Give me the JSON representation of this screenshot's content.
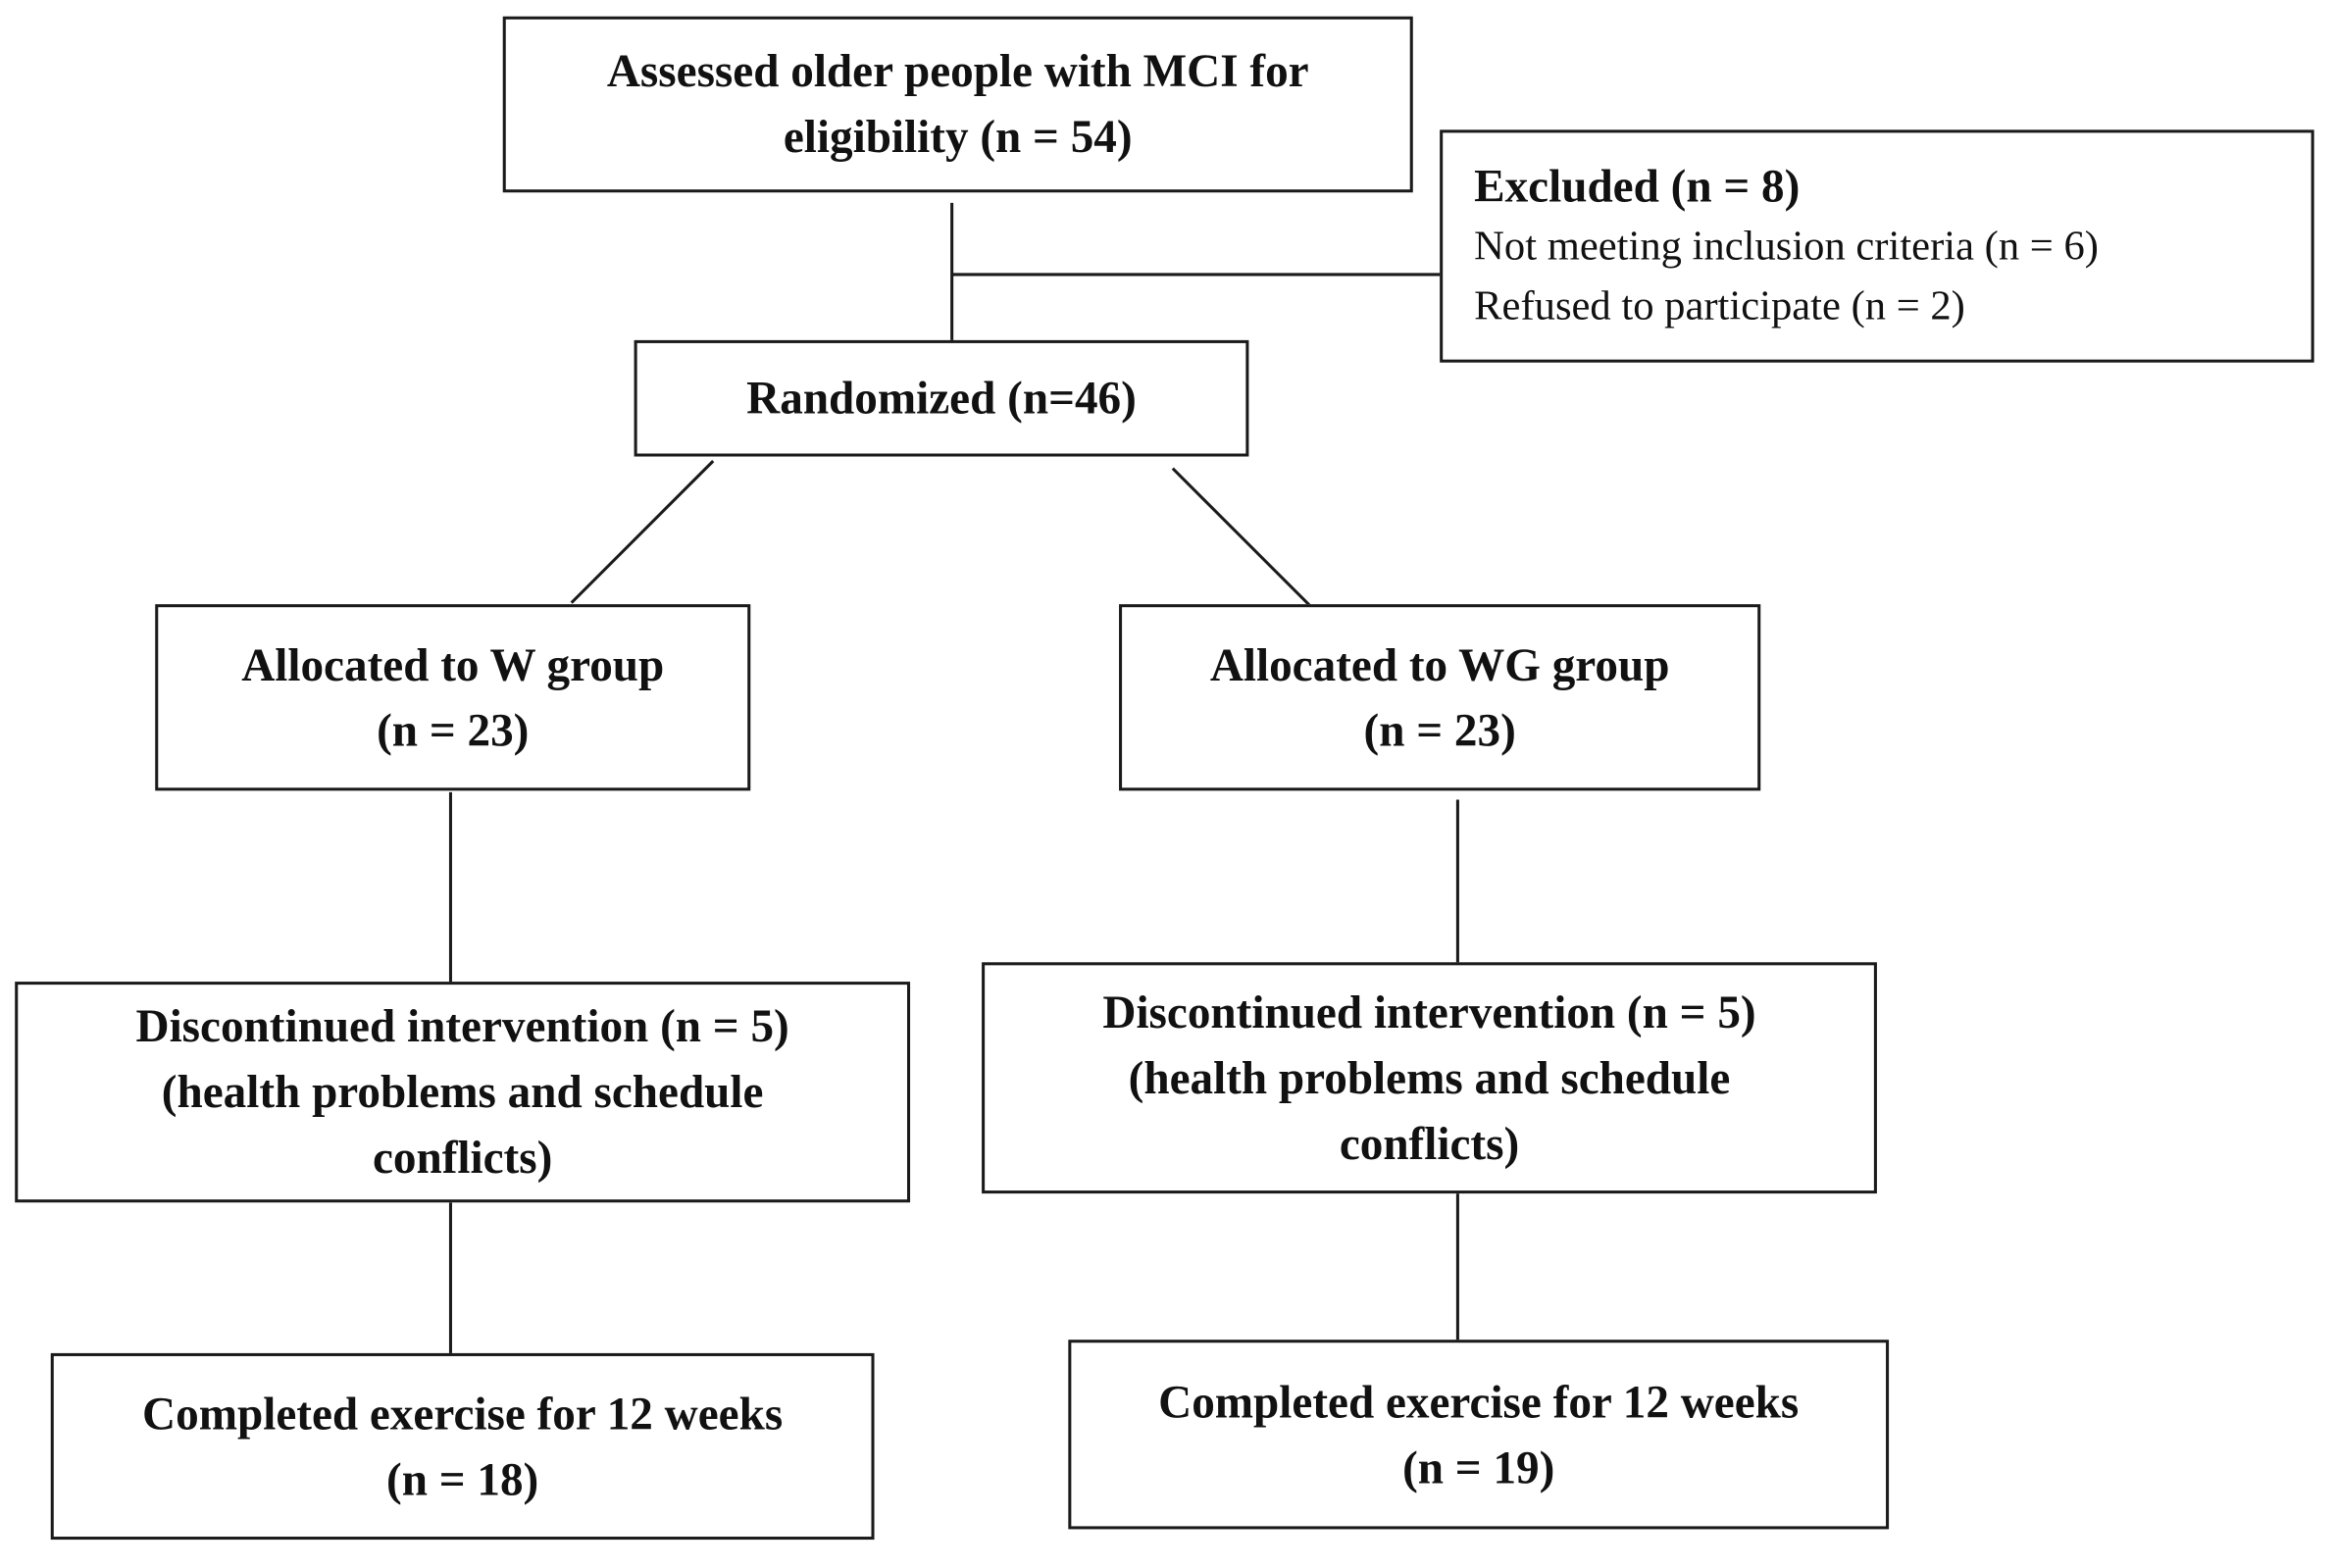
{
  "assessed": {
    "line1": "Assessed older people with MCI for",
    "line2": "eligibility (n = 54)"
  },
  "excluded": {
    "title": "Excluded (n = 8)",
    "reason1": "Not meeting inclusion criteria (n = 6)",
    "reason2": "Refused to participate (n = 2)"
  },
  "randomized": {
    "label": "Randomized (n=46)"
  },
  "w_group": {
    "allocated": {
      "line1": "Allocated to W group",
      "line2": "(n = 23)"
    },
    "discontinued": {
      "line1": "Discontinued intervention (n = 5)",
      "line2": "(health problems and schedule",
      "line3": "conflicts)"
    },
    "completed": {
      "line1": "Completed exercise for 12 weeks",
      "line2": "(n = 18)"
    }
  },
  "wg_group": {
    "allocated": {
      "line1": "Allocated to WG group",
      "line2": "(n = 23)"
    },
    "discontinued": {
      "line1": "Discontinued intervention (n = 5)",
      "line2": "(health problems and schedule",
      "line3": "conflicts)"
    },
    "completed": {
      "line1": "Completed exercise for 12 weeks",
      "line2": "(n = 19)"
    }
  }
}
